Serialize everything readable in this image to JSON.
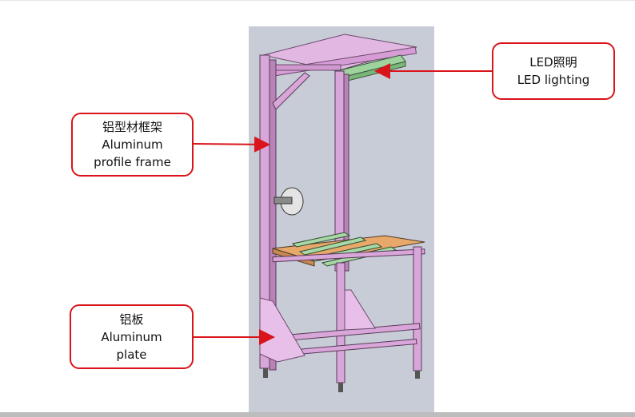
{
  "colors": {
    "callout_border": "#d9141a",
    "arrow": "#d9141a",
    "frame": "#d8a6d8",
    "panel_background": "#c8ccd6",
    "led_module": "#9ed39e"
  },
  "callouts": {
    "led": {
      "line1": "LED照明",
      "line2": "LED lighting"
    },
    "frame": {
      "line1": "铝型材框架",
      "line2": "Aluminum",
      "line3": "profile frame"
    },
    "plate": {
      "line1": "铝板",
      "line2": "Aluminum",
      "line3": "plate"
    }
  }
}
